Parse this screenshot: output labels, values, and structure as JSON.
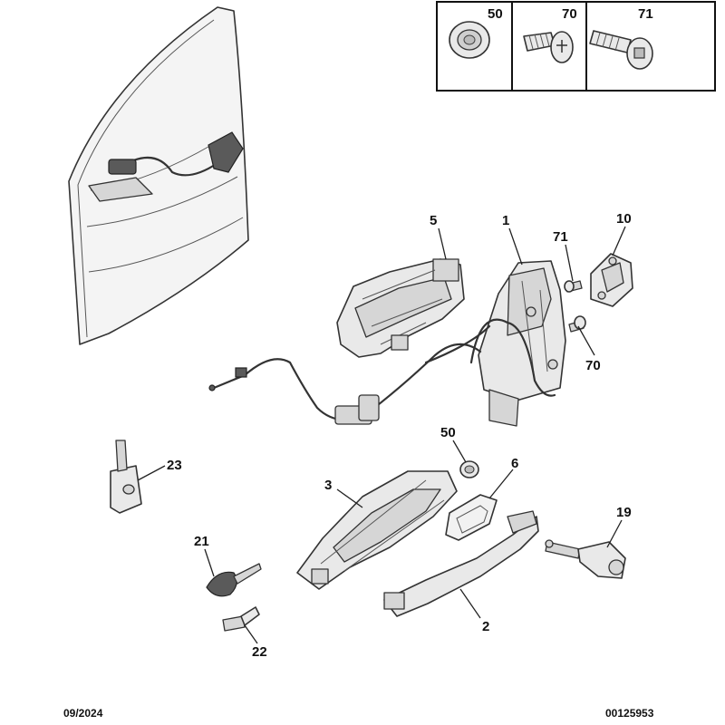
{
  "legend_box": {
    "cells": [
      {
        "ref": "50",
        "icon": "grommet-icon"
      },
      {
        "ref": "70",
        "icon": "screw-icon"
      },
      {
        "ref": "71",
        "icon": "bolt-icon"
      }
    ]
  },
  "callouts": [
    {
      "id": "label-5",
      "text": "5"
    },
    {
      "id": "label-1",
      "text": "1"
    },
    {
      "id": "label-71",
      "text": "71"
    },
    {
      "id": "label-10",
      "text": "10"
    },
    {
      "id": "label-70",
      "text": "70"
    },
    {
      "id": "label-50",
      "text": "50"
    },
    {
      "id": "label-6",
      "text": "6"
    },
    {
      "id": "label-3",
      "text": "3"
    },
    {
      "id": "label-23",
      "text": "23"
    },
    {
      "id": "label-19",
      "text": "19"
    },
    {
      "id": "label-21",
      "text": "21"
    },
    {
      "id": "label-2",
      "text": "2"
    },
    {
      "id": "label-22",
      "text": "22"
    }
  ],
  "footer": {
    "date": "09/2024",
    "doc_number": "00125953"
  }
}
